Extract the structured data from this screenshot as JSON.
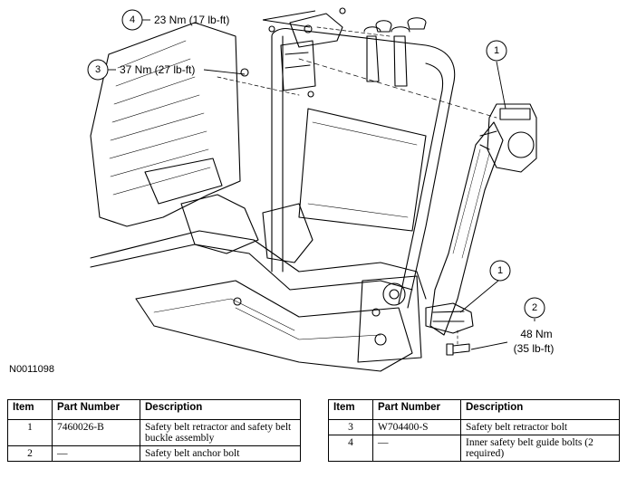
{
  "callouts": [
    {
      "num": "1",
      "text": ""
    },
    {
      "num": "1",
      "text": ""
    },
    {
      "num": "2",
      "text_line1": "48 Nm",
      "text_line2": "(35 lb-ft)"
    },
    {
      "num": "3",
      "text": "37 Nm (27 lb-ft)"
    },
    {
      "num": "4",
      "text": "23 Nm (17 lb-ft)"
    }
  ],
  "figure_id": "N0011098",
  "table_left": {
    "headers": [
      "Item",
      "Part Number",
      "Description"
    ],
    "rows": [
      {
        "item": "1",
        "part": "7460026-B",
        "desc": "Safety belt retractor and safety belt buckle assembly"
      },
      {
        "item": "2",
        "part": "—",
        "desc": "Safety belt anchor bolt"
      }
    ]
  },
  "table_right": {
    "headers": [
      "Item",
      "Part Number",
      "Description"
    ],
    "rows": [
      {
        "item": "3",
        "part": "W704400-S",
        "desc": "Safety belt retractor bolt"
      },
      {
        "item": "4",
        "part": "—",
        "desc": "Inner safety belt guide bolts (2 required)"
      }
    ]
  }
}
